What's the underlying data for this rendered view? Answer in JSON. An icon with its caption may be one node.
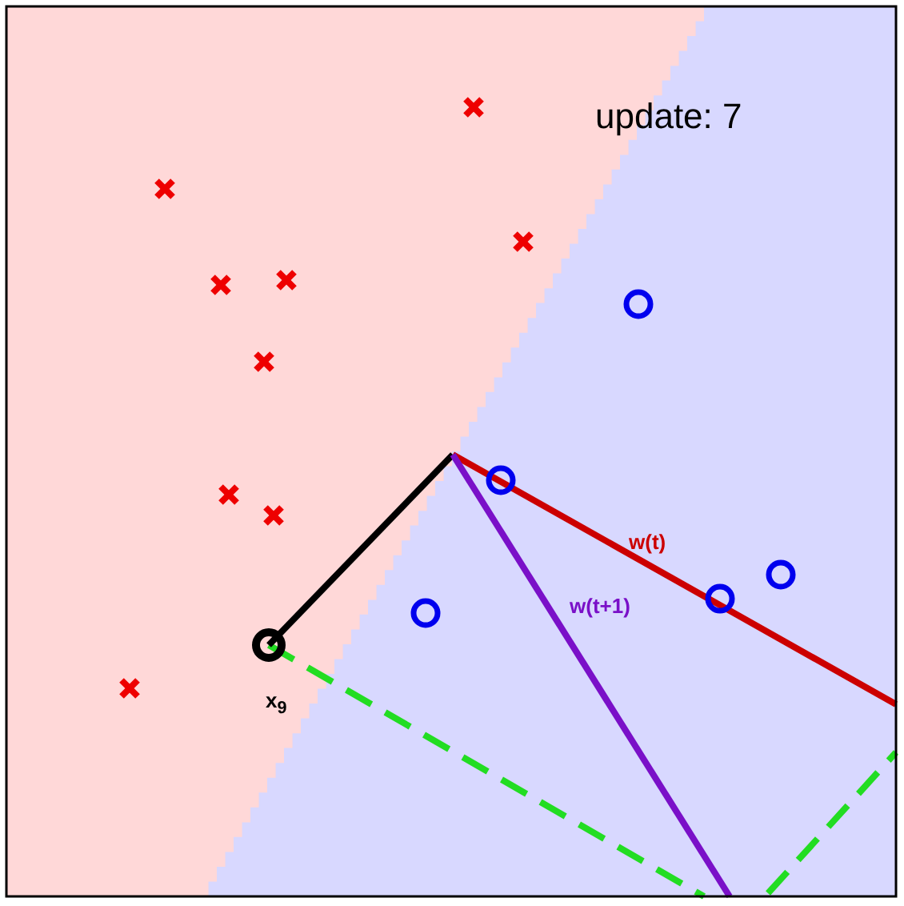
{
  "diagram": {
    "labels": [
      "update: 7",
      "w(t)",
      "w(t+1)",
      "x$_{9}$"
    ]
  }
}
